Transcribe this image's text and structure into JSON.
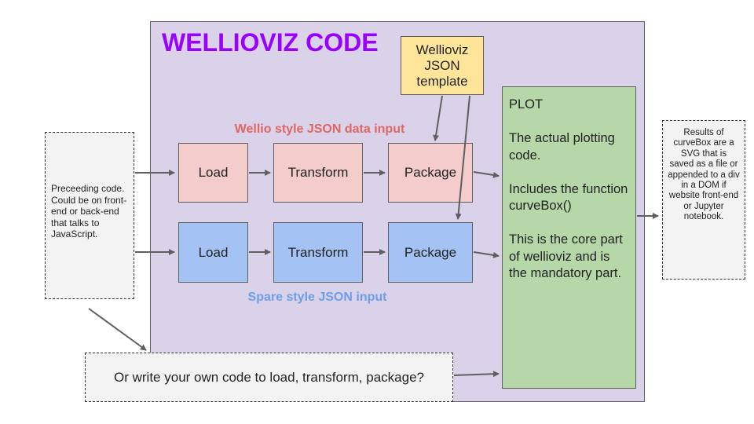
{
  "title": "WELLIOVIZ CODE",
  "template_box": {
    "lines": [
      "Wellioviz",
      "JSON",
      "template"
    ]
  },
  "rows": {
    "wellio": {
      "label": "Wellio style JSON data input",
      "boxes": [
        "Load",
        "Transform",
        "Package"
      ]
    },
    "spare": {
      "label": "Spare style JSON input",
      "boxes": [
        "Load",
        "Transform",
        "Package"
      ]
    }
  },
  "plot": {
    "paragraphs": [
      "PLOT",
      "The actual plotting code.",
      "Includes the function curveBox()",
      "This is the core part of wellioviz and is the mandatory part."
    ]
  },
  "left_note": "Preceeding code. Could be on front-end or back-end that talks to JavaScript.",
  "right_note": "Results of curveBox are a SVG that is saved as a file or appended to a div in a DOM if website front-end or Jupyter notebook.",
  "bottom_note": "Or write your own code to load, transform, package?",
  "colors": {
    "region": "#d9d2e9",
    "title": "#9900ff",
    "wellio_label": "#e06666",
    "spare_label": "#6d9eeb",
    "pink_box": "#f4cccc",
    "blue_box": "#a4c2f4",
    "template_box": "#ffe599",
    "plot_box": "#b6d7a8",
    "note_box": "#f3f3f3",
    "arrow": "#5f5f5f"
  }
}
